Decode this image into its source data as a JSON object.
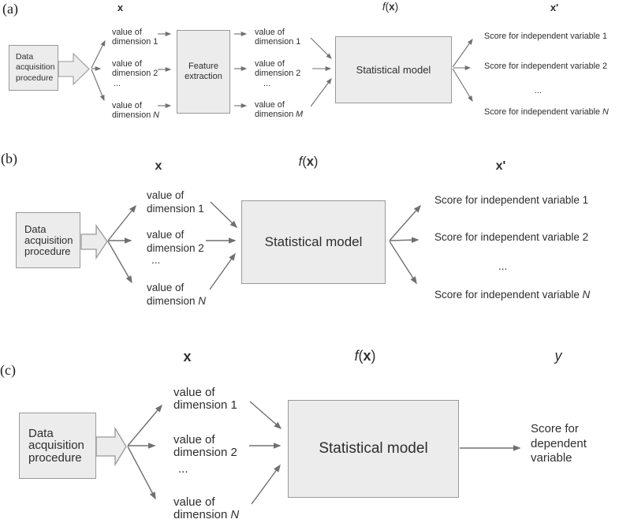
{
  "colors": {
    "background": "#ffffff",
    "box_fill": "#ececec",
    "box_border": "#999999",
    "arrow": "#707070",
    "text": "#2e2e2e"
  },
  "panels": {
    "a": {
      "tag": "(a)",
      "header_x": "x",
      "header_fx": {
        "f": "f",
        "open": "(",
        "arg": "x",
        "close": ")"
      },
      "header_x_prime": "x'",
      "source_box": {
        "line1": "Data",
        "line2": "acquisition",
        "line3": "procedure"
      },
      "raw_inputs": [
        {
          "line1": "value of",
          "line2": "dimension 1"
        },
        {
          "line1": "value of",
          "line2": "dimension 2"
        },
        {
          "line1": "value of",
          "line2": "dimension",
          "var": "N"
        }
      ],
      "raw_dots": "...",
      "feature_box": {
        "line1": "Feature",
        "line2": "extraction"
      },
      "features": [
        {
          "line1": "value of",
          "line2": "dimension 1"
        },
        {
          "line1": "value of",
          "line2": "dimension 2"
        },
        {
          "line1": "value of",
          "line2": "dimension",
          "var": "M"
        }
      ],
      "feature_dots": "...",
      "model_box": "Statistical model",
      "outputs": [
        {
          "text": "Score for independent variable 1"
        },
        {
          "text": "Score for independent variable 2"
        },
        {
          "text": "Score for independent variable",
          "var": "N"
        }
      ],
      "output_dots": "..."
    },
    "b": {
      "tag": "(b)",
      "header_x": "x",
      "header_fx": {
        "f": "f",
        "open": "(",
        "arg": "x",
        "close": ")"
      },
      "header_x_prime": "x'",
      "source_box": {
        "line1": "Data",
        "line2": "acquisition",
        "line3": "procedure"
      },
      "inputs": [
        {
          "line1": "value of",
          "line2": "dimension 1"
        },
        {
          "line1": "value of",
          "line2": "dimension 2"
        },
        {
          "line1": "value of",
          "line2": "dimension",
          "var": "N"
        }
      ],
      "input_dots": "...",
      "model_box": "Statistical model",
      "outputs": [
        {
          "text": "Score for independent variable 1"
        },
        {
          "text": "Score for independent variable 2"
        },
        {
          "text": "Score for independent variable",
          "var": "N"
        }
      ],
      "output_dots": "..."
    },
    "c": {
      "tag": "(c)",
      "header_x": "x",
      "header_fx": {
        "f": "f",
        "open": "(",
        "arg": "x",
        "close": ")"
      },
      "header_y": "y",
      "source_box": {
        "line1": "Data",
        "line2": "acquisition",
        "line3": "procedure"
      },
      "inputs": [
        {
          "line1": "value of",
          "line2": "dimension 1"
        },
        {
          "line1": "value of",
          "line2": "dimension 2"
        },
        {
          "line1": "value of",
          "line2": "dimension",
          "var": "N"
        }
      ],
      "input_dots": "...",
      "model_box": "Statistical model",
      "output": {
        "line1": "Score for",
        "line2": "dependent",
        "line3": "variable"
      }
    }
  }
}
